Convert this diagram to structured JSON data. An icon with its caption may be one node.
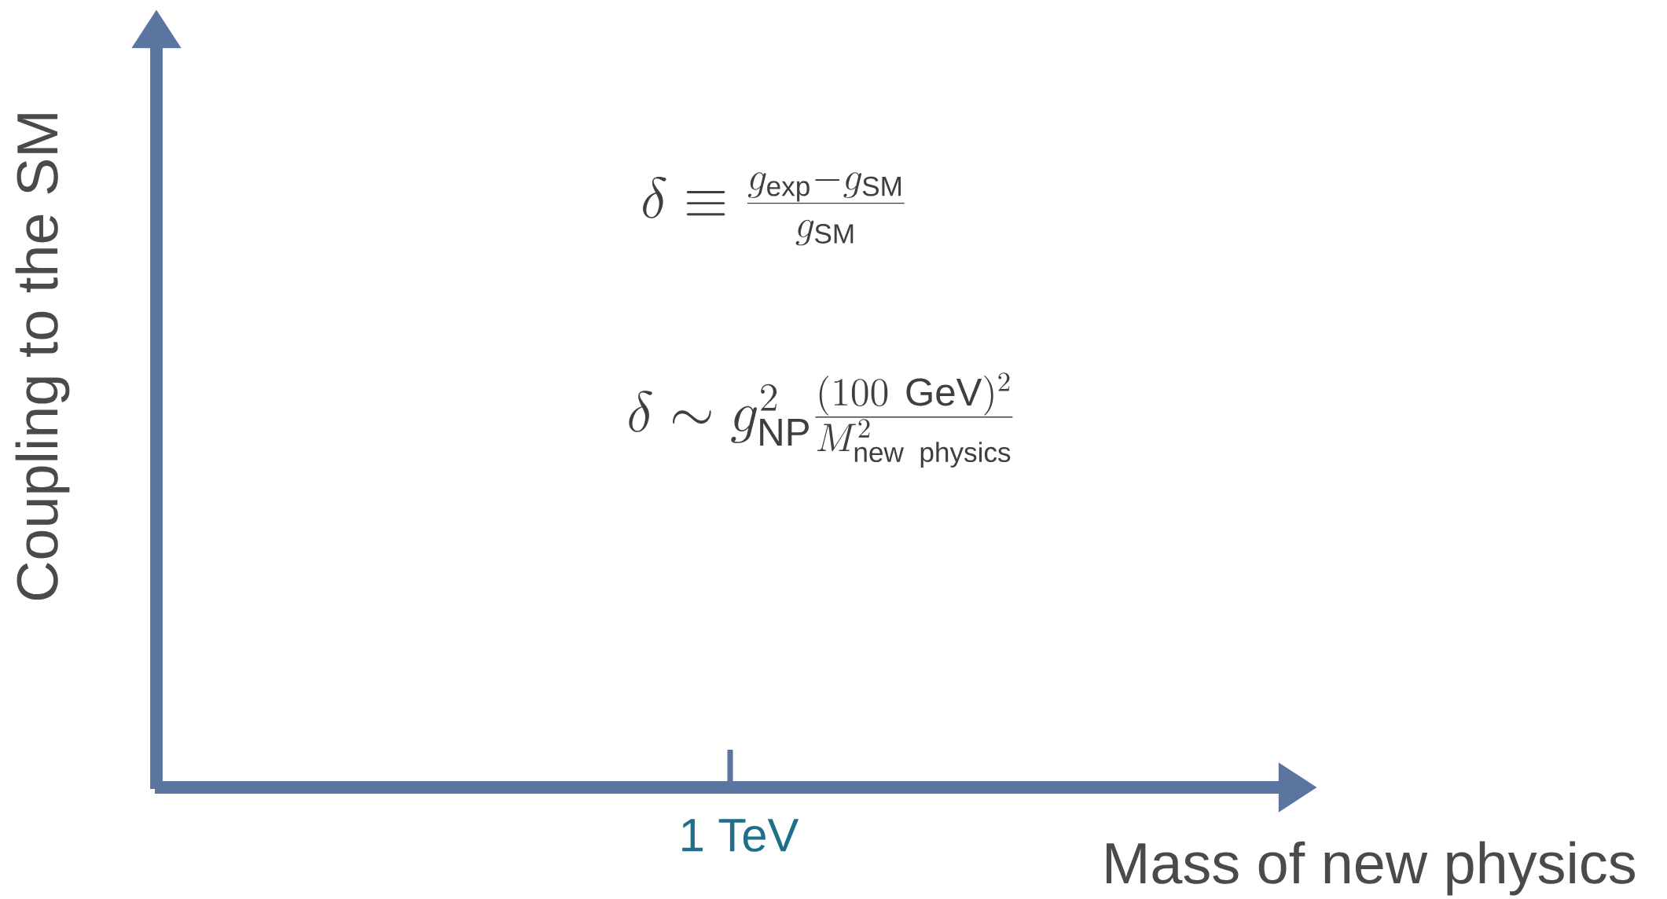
{
  "diagram": {
    "labels": [
      "Coupling to the SM",
      "\\delta \\equiv \\frac{g_{\\mathrm{exp}} - g_{\\mathrm{SM}}}{g_{\\mathrm{SM}}}",
      "\\delta \\sim g_{\\mathrm{NP}}^{2}\\frac{(100\\ \\mathrm{GeV})^{2}}{M_{\\mathrm{new\\ physics}}^{2}}",
      "1 TeV",
      "Mass of new physics"
    ]
  }
}
